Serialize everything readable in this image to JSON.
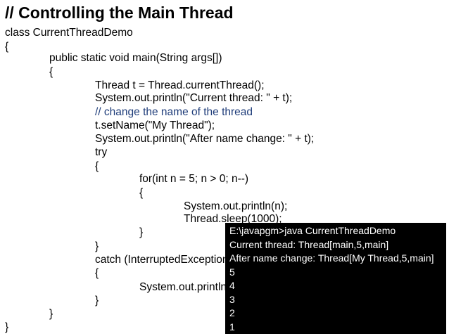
{
  "slide": {
    "title": "// Controlling the Main Thread"
  },
  "code": {
    "lines": [
      "class CurrentThreadDemo",
      "{",
      "public static void main(String args[])",
      "{",
      "Thread t = Thread.currentThread();",
      "System.out.println(\"Current thread: \" + t);",
      "// change the name of the thread",
      "t.setName(\"My Thread\");",
      "System.out.println(\"After name change: \" + t);",
      "try",
      "{",
      "for(int n = 5; n > 0; n--)",
      "{",
      "System.out.println(n);",
      "Thread.sleep(1000);",
      "}",
      "}",
      "catch (InterruptedException e)",
      "{",
      "System.out.println(\"Main thread interrupted\");",
      "}",
      "}",
      "}"
    ]
  },
  "terminal": {
    "lines": [
      "E:\\javapgm>java CurrentThreadDemo",
      "Current thread: Thread[main,5,main]",
      "After name change: Thread[My Thread,5,main]",
      "5",
      "4",
      "3",
      "2",
      "1"
    ]
  }
}
